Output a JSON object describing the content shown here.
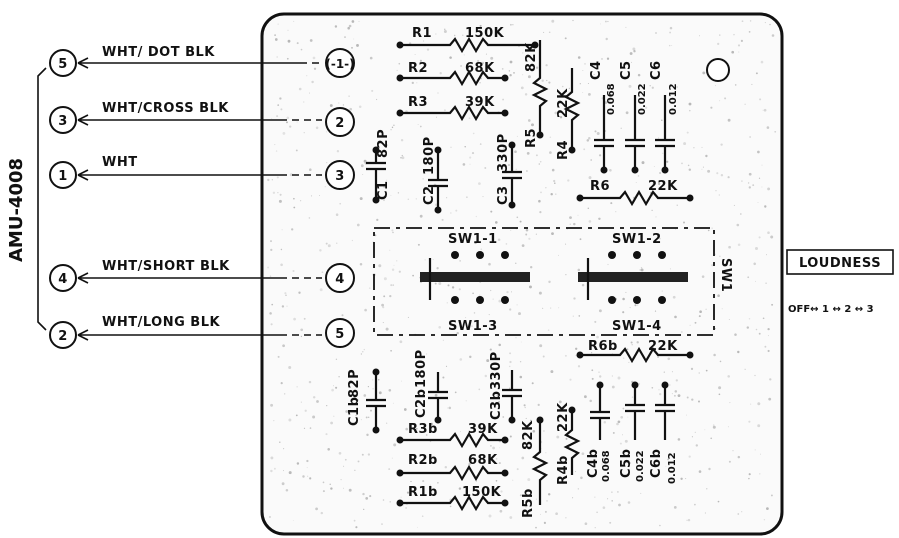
{
  "connector": {
    "model": "AMU-4008",
    "pins": [
      {
        "pin": "5",
        "wire": "WHT/ DOT BLK",
        "pad": "(-1-)"
      },
      {
        "pin": "3",
        "wire": "WHT/CROSS BLK",
        "pad": "2"
      },
      {
        "pin": "1",
        "wire": "WHT",
        "pad": "3"
      },
      {
        "pin": "4",
        "wire": "WHT/SHORT BLK",
        "pad": "4"
      },
      {
        "pin": "2",
        "wire": "WHT/LONG BLK",
        "pad": "5"
      }
    ]
  },
  "upper": {
    "resistors": [
      {
        "ref": "R1",
        "value": "150K"
      },
      {
        "ref": "R2",
        "value": "68K"
      },
      {
        "ref": "R3",
        "value": "39K"
      }
    ],
    "r5": {
      "ref": "R5",
      "value": "82K"
    },
    "r4": {
      "ref": "R4",
      "value": "22K"
    },
    "r6": {
      "ref": "R6",
      "value": "22K"
    },
    "caps": [
      {
        "ref": "C1",
        "value": "82P"
      },
      {
        "ref": "C2",
        "value": "180P"
      },
      {
        "ref": "C3",
        "value": "330P"
      },
      {
        "ref": "C4",
        "value": "0.068"
      },
      {
        "ref": "C5",
        "value": "0.022"
      },
      {
        "ref": "C6",
        "value": "0.012"
      }
    ]
  },
  "lower": {
    "resistors": [
      {
        "ref": "R3b",
        "value": "39K"
      },
      {
        "ref": "R2b",
        "value": "68K"
      },
      {
        "ref": "R1b",
        "value": "150K"
      }
    ],
    "r5": {
      "ref": "R5b",
      "value": "82K"
    },
    "r4": {
      "ref": "R4b",
      "value": "22K"
    },
    "r6": {
      "ref": "R6b",
      "value": "22K"
    },
    "caps": [
      {
        "ref": "C1b",
        "value": "82P"
      },
      {
        "ref": "C2b",
        "value": "180P"
      },
      {
        "ref": "C3b",
        "value": "330P"
      },
      {
        "ref": "C4b",
        "value": "0.068"
      },
      {
        "ref": "C5b",
        "value": "0.022"
      },
      {
        "ref": "C6b",
        "value": "0.012"
      }
    ]
  },
  "switch": {
    "ref": "SW1",
    "sections": [
      "SW1-1",
      "SW1-2",
      "SW1-3",
      "SW1-4"
    ],
    "function": "LOUDNESS",
    "positions": "OFF↔ 1 ↔ 2 ↔ 3"
  }
}
